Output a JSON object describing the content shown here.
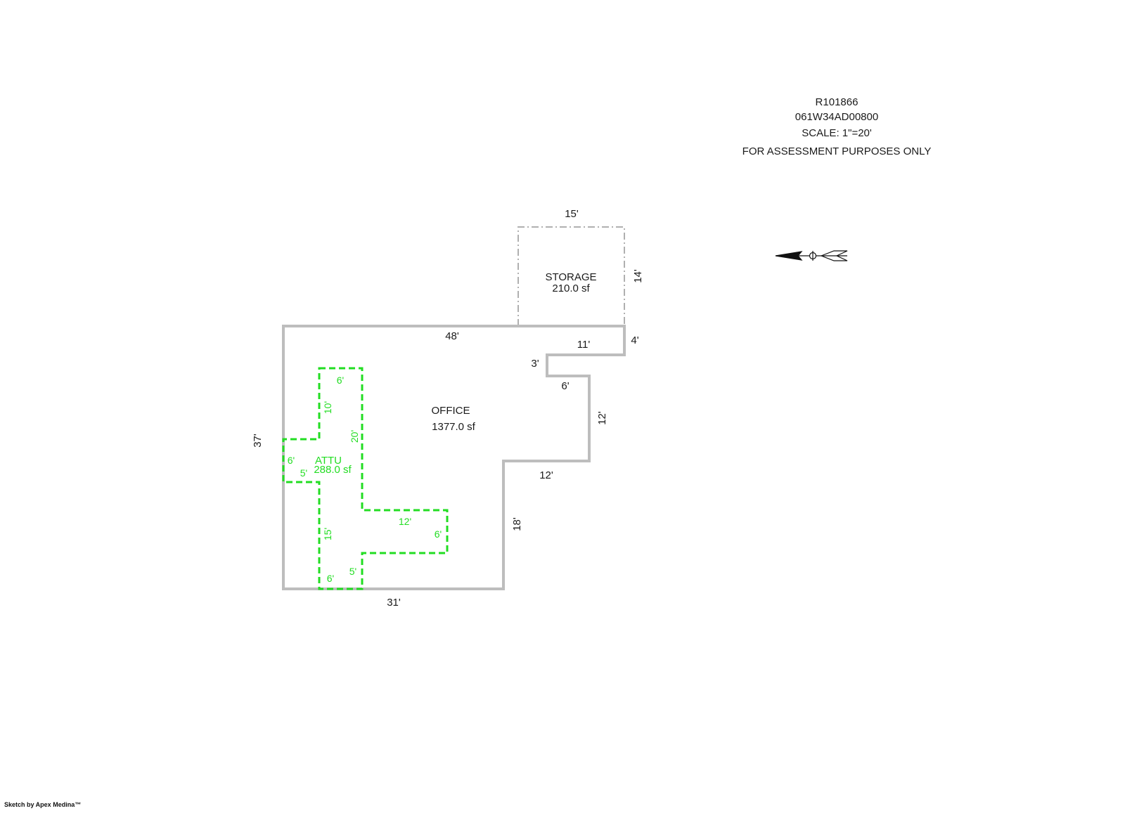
{
  "header": {
    "account": "R101866",
    "map_tax_lot": "061W34AD00800",
    "scale": "SCALE: 1\"=20'",
    "notice": "FOR ASSESSMENT PURPOSES ONLY"
  },
  "areas": {
    "storage": {
      "name": "STORAGE",
      "area": "210.0 sf"
    },
    "office": {
      "name": "OFFICE",
      "area": "1377.0 sf"
    },
    "attu": {
      "name": "ATTU",
      "area": "288.0 sf"
    }
  },
  "dimensions": {
    "storage_top": "15'",
    "storage_right": "14'",
    "office_top": "48'",
    "office_notch_top": "11'",
    "office_right_short": "4'",
    "office_notch_side": "3'",
    "office_notch_bottom": "6'",
    "office_right_mid": "12'",
    "office_step": "12'",
    "office_right_low": "18'",
    "office_bottom": "31'",
    "office_left": "37'",
    "attu_top": "6'",
    "attu_upper_left": "10'",
    "attu_upper_right": "20'",
    "attu_wing_left": "6'",
    "attu_wing_bottom": "5'",
    "attu_lower_left": "15'",
    "attu_arm_top": "12'",
    "attu_arm_right": "6'",
    "attu_arm_bottom": "5'",
    "attu_bottom": "6'"
  },
  "compass": {
    "icon": "north-arrow-icon"
  },
  "colors": {
    "wall": "#bdbdbd",
    "storage_line": "#b0b0b0",
    "attu": "#22dd22",
    "text": "#1a1a1a"
  },
  "footer": {
    "credit": "Sketch by Apex Medina™"
  }
}
